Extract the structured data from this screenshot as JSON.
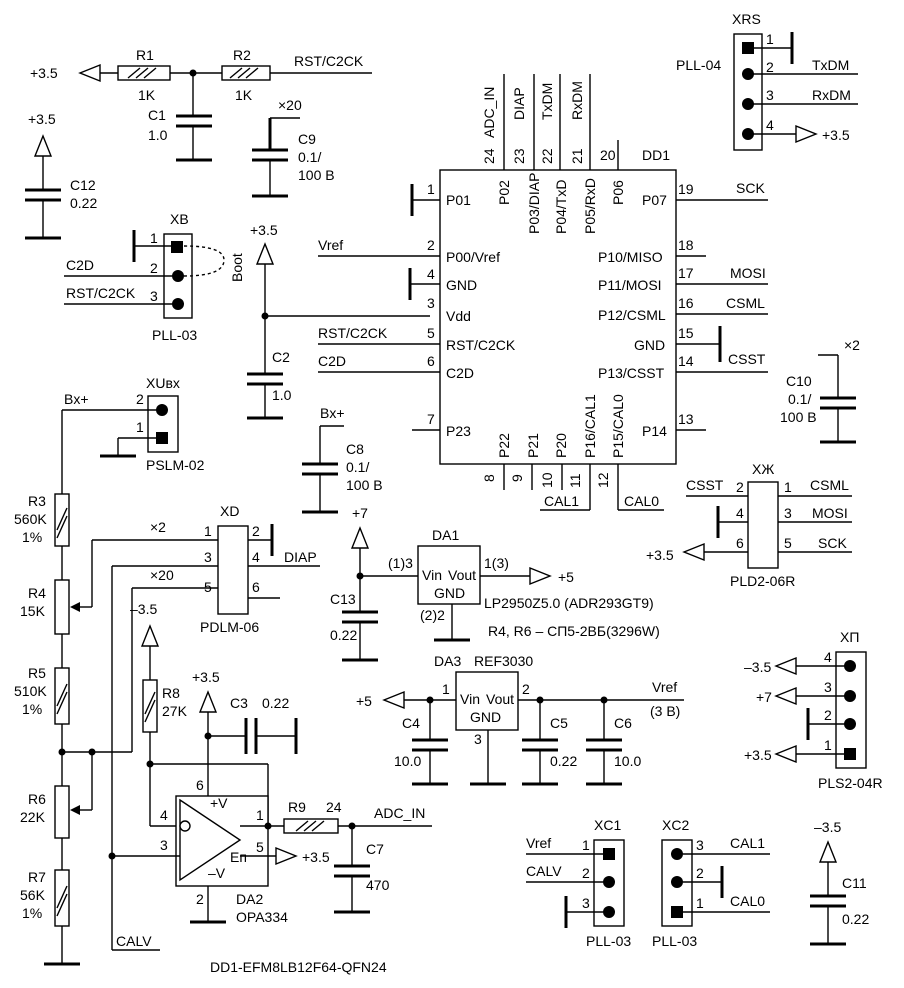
{
  "components": {
    "r1": {
      "ref": "R1",
      "value": "1K"
    },
    "r2": {
      "ref": "R2",
      "value": "1K"
    },
    "c1": {
      "ref": "C1",
      "value": "1.0"
    },
    "c9": {
      "ref": "C9",
      "value1": "0.1/",
      "value2": "100 B",
      "mult": "×20"
    },
    "c12": {
      "ref": "C12",
      "value": "0.22"
    },
    "c2": {
      "ref": "C2",
      "value": "1.0"
    },
    "c8": {
      "ref": "C8",
      "value1": "0.1/",
      "value2": "100 B"
    },
    "c10": {
      "ref": "C10",
      "value1": "0.1/",
      "value2": "100 B",
      "mult": "×2"
    },
    "c13": {
      "ref": "C13",
      "value": "0.22"
    },
    "c3": {
      "ref": "C3",
      "value": "0.22"
    },
    "c4": {
      "ref": "C4",
      "value": "10.0"
    },
    "c5": {
      "ref": "C5",
      "value": "0.22"
    },
    "c6": {
      "ref": "C6",
      "value": "10.0"
    },
    "c7": {
      "ref": "C7",
      "value": "470"
    },
    "c11": {
      "ref": "C11",
      "value": "0.22"
    },
    "r3": {
      "ref": "R3",
      "value": "560K",
      "tol": "1%"
    },
    "r4": {
      "ref": "R4",
      "value": "15K"
    },
    "r5": {
      "ref": "R5",
      "value": "510K",
      "tol": "1%"
    },
    "r6": {
      "ref": "R6",
      "value": "22K"
    },
    "r7": {
      "ref": "R7",
      "value": "56K",
      "tol": "1%"
    },
    "r8": {
      "ref": "R8",
      "value": "27K"
    },
    "r9": {
      "ref": "R9",
      "value": "24"
    },
    "da1": {
      "ref": "DA1",
      "in": "Vin",
      "out": "Vout",
      "gnd": "GND",
      "p_in": "(1)3",
      "p_out": "1(3)",
      "p_gnd": "(2)2",
      "note1": "LP2950Z5.0 (ADR293GT9)",
      "note2": "R4, R6 – СП5-2ВБ(3296W)"
    },
    "da3": {
      "ref": "DA3",
      "part": "REF3030",
      "in": "Vin",
      "out": "Vout",
      "gnd": "GND",
      "p1": "1",
      "p2": "2",
      "p3": "3"
    },
    "da2": {
      "ref": "DA2",
      "part": "OPA334",
      "pv": "+V",
      "nv": "–V",
      "en": "Eп",
      "p1": "1",
      "p3": "3",
      "p4": "4",
      "p5": "5",
      "p6": "6",
      "p2": "2"
    },
    "dd1": {
      "ref": "DD1",
      "footer": "DD1-EFM8LB12F64-QFN24",
      "left_pins": [
        {
          "num": "1",
          "name": "P01"
        },
        {
          "num": "2",
          "name": "P00/Vref"
        },
        {
          "num": "4",
          "name": "GND"
        },
        {
          "num": "3",
          "name": "Vdd"
        },
        {
          "num": "5",
          "name": "RST/C2CK"
        },
        {
          "num": "6",
          "name": "C2D"
        },
        {
          "num": "7",
          "name": "P23"
        }
      ],
      "right_pins": [
        {
          "num": "19",
          "name": "P07"
        },
        {
          "num": "18",
          "name": "P10/MISO"
        },
        {
          "num": "17",
          "name": "P11/MOSI"
        },
        {
          "num": "16",
          "name": "P12/CSML"
        },
        {
          "num": "15",
          "name": "GND"
        },
        {
          "num": "14",
          "name": "P13/CSST"
        },
        {
          "num": "13",
          "name": "P14"
        }
      ],
      "top_pins": [
        {
          "num": "24",
          "name": "P02"
        },
        {
          "num": "23",
          "name": "P03/DIAP"
        },
        {
          "num": "22",
          "name": "P04/TxD"
        },
        {
          "num": "21",
          "name": "P05/RxD"
        },
        {
          "num": "20",
          "name": "P06"
        }
      ],
      "bottom_pins": [
        {
          "num": "8",
          "name": "P22"
        },
        {
          "num": "9",
          "name": "P21"
        },
        {
          "num": "10",
          "name": "P20"
        },
        {
          "num": "11",
          "name": "P16/CAL1"
        },
        {
          "num": "12",
          "name": "P15/CAL0"
        }
      ]
    },
    "xrs": {
      "ref": "XRS",
      "type": "PLL-04",
      "pins": [
        "1",
        "2",
        "3",
        "4"
      ]
    },
    "xb": {
      "ref": "XB",
      "type": "PLL-03",
      "pins": [
        "1",
        "2",
        "3"
      ],
      "boot": "Boot"
    },
    "xuvx": {
      "ref": "XUвх",
      "type": "PSLM-02",
      "pins": [
        "2",
        "1"
      ]
    },
    "xd": {
      "ref": "XD",
      "type": "PDLM-06",
      "pins": [
        "1",
        "2",
        "3",
        "4",
        "5",
        "6"
      ]
    },
    "xzh": {
      "ref": "ХЖ",
      "type": "PLD2-06R",
      "pins": [
        "2",
        "1",
        "4",
        "3",
        "6",
        "5"
      ]
    },
    "xp": {
      "ref": "ХП",
      "type": "PLS2-04R",
      "pins": [
        "4",
        "3",
        "2",
        "1"
      ]
    },
    "xc1": {
      "ref": "XC1",
      "type": "PLL-03",
      "pins": [
        "1",
        "2",
        "3"
      ]
    },
    "xc2": {
      "ref": "XC2",
      "type": "PLL-03",
      "pins": [
        "3",
        "2",
        "1"
      ]
    }
  },
  "nets": {
    "p35": "+3.5",
    "p5": "+5",
    "p7": "+7",
    "m35": "–3.5",
    "rst": "RST/C2CK",
    "c2d": "C2D",
    "vref": "Vref",
    "bx": "Bx+",
    "sck": "SCK",
    "mosi": "MOSI",
    "csml": "CSML",
    "csst": "CSST",
    "txdm": "TxDM",
    "rxdm": "RxDM",
    "adc": "ADC_IN",
    "diap": "DIAP",
    "txd": "TxDM",
    "rxd": "RxDM",
    "cal1": "CAL1",
    "cal0": "CAL0",
    "calv": "CALV",
    "x2": "×2",
    "x20": "×20",
    "vref3": "(3 B)"
  }
}
